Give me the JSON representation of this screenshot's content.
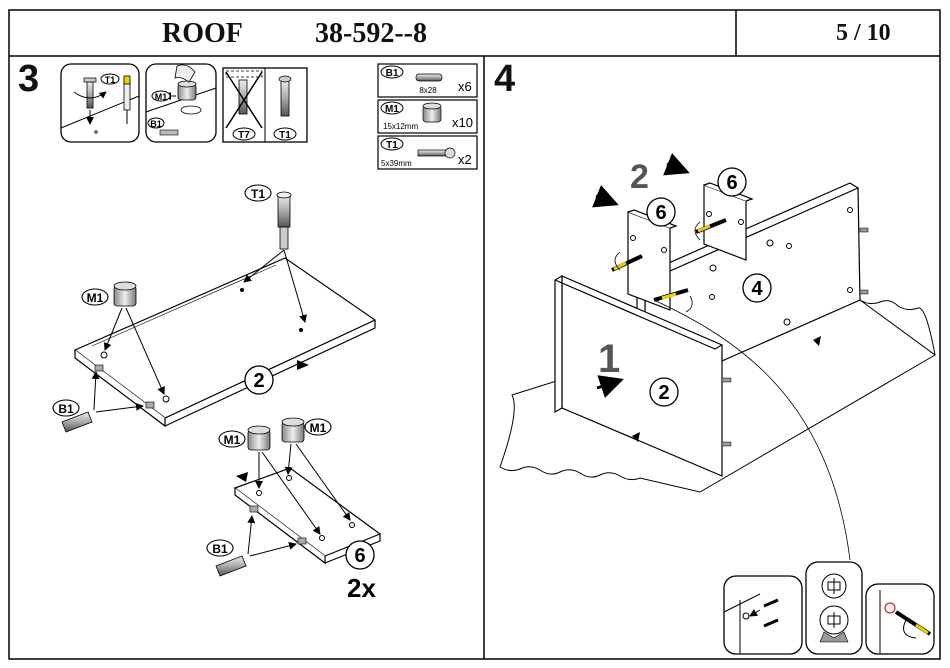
{
  "header": {
    "title": "ROOF",
    "code": "38-592--8",
    "page": "5 / 10"
  },
  "step3": {
    "number": "3",
    "legend": [
      {
        "id": "B1",
        "size": "8x28",
        "qty": "x6"
      },
      {
        "id": "M1",
        "size": "15x12mm",
        "qty": "x10"
      },
      {
        "id": "T1",
        "size": "5x39mm",
        "qty": "x2"
      }
    ],
    "inset_labels": {
      "t1": "T1",
      "m1": "M1",
      "b1": "B1",
      "t7": "T7",
      "t1b": "T1"
    },
    "callouts": {
      "t1": "T1",
      "m1": "M1",
      "b1": "B1",
      "m1a": "M1",
      "m1b": "M1",
      "b1b": "B1"
    },
    "part_2": "2",
    "part_6": "6",
    "multiplier": "2x"
  },
  "step4": {
    "number": "4",
    "order_1": "1",
    "order_2": "2",
    "parts": {
      "p6a": "6",
      "p6b": "6",
      "p4": "4",
      "p2": "2"
    }
  }
}
